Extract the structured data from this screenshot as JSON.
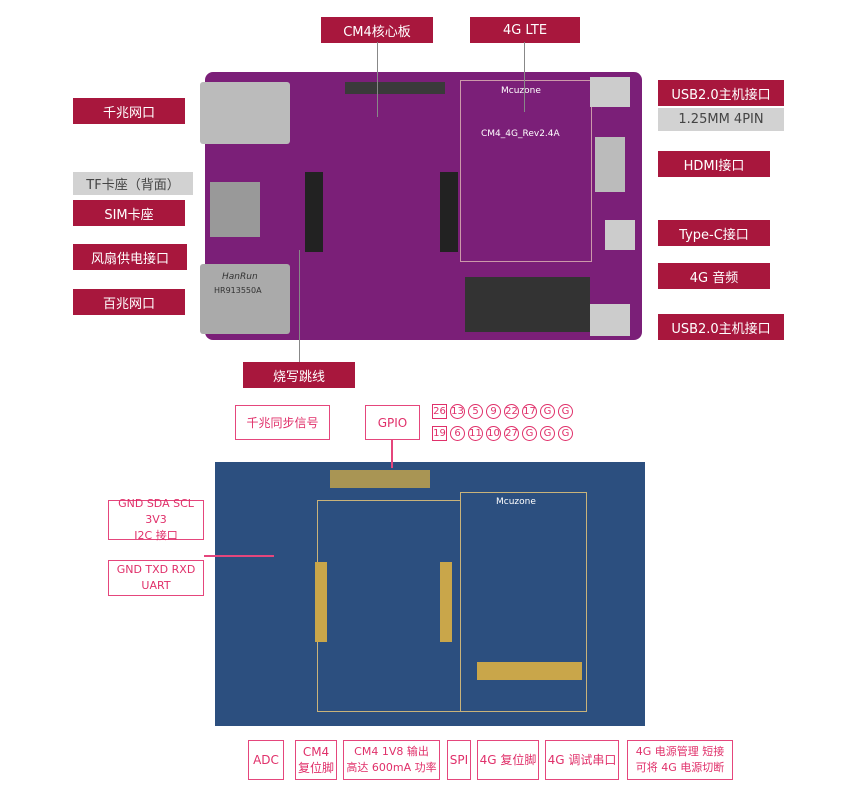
{
  "top_labels": {
    "cm4_core": "CM4核心板",
    "lte": "4G LTE",
    "gigabit": "千兆网口",
    "tf": "TF卡座（背面）",
    "sim": "SIM卡座",
    "fan": "风扇供电接口",
    "fast_eth": "百兆网口",
    "burn_jumper": "烧写跳线",
    "usb_top": "USB2.0主机接口",
    "pin": "1.25MM 4PIN",
    "hdmi": "HDMI接口",
    "typec": "Type-C接口",
    "audio": "4G 音频",
    "usb_bottom": "USB2.0主机接口"
  },
  "board_text": {
    "brand": "Mcuzone",
    "rev": "CM4_4G_Rev2.4A",
    "eth_brand": "HanRun",
    "eth_model": "HR913550A"
  },
  "bottom_labels": {
    "sync": "千兆同步信号",
    "gpio": "GPIO",
    "i2c_pins": "GND SDA SCL 3V3",
    "i2c": "I2C 接口",
    "uart_pins": "GND TXD RXD",
    "uart": "UART",
    "adc": "ADC",
    "cm4_reset_1": "CM4",
    "cm4_reset_2": "复位脚",
    "v18_1": "CM4 1V8 输出",
    "v18_2": "高达 600mA 功率",
    "spi": "SPI",
    "lte_reset": "4G 复位脚",
    "lte_uart": "4G 调试串口",
    "power_1": "4G 电源管理 短接",
    "power_2": "可将 4G 电源切断"
  },
  "gpio_row1": [
    "26",
    "13",
    "5",
    "9",
    "22",
    "17",
    "G",
    "G"
  ],
  "gpio_row2": [
    "19",
    "6",
    "11",
    "10",
    "27",
    "G",
    "G",
    "G"
  ],
  "colors": {
    "label_red": "#a8173d",
    "pink": "#e5467c",
    "pcb_purple": "#7b1f78",
    "pcb_blue": "#2c4f7f"
  }
}
